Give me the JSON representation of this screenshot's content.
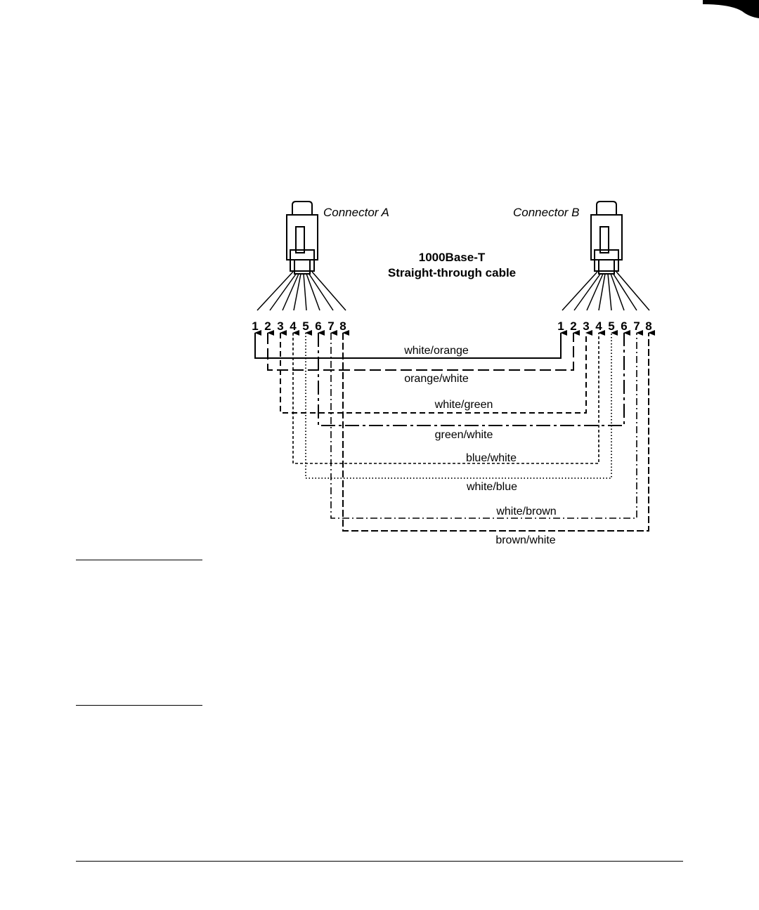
{
  "diagram": {
    "title_line1": "1000Base-T",
    "title_line2": "Straight-through cable",
    "connector_a": {
      "label": "Connector A",
      "pins": [
        "1",
        "2",
        "3",
        "4",
        "5",
        "6",
        "7",
        "8"
      ]
    },
    "connector_b": {
      "label": "Connector B",
      "pins": [
        "1",
        "2",
        "3",
        "4",
        "5",
        "6",
        "7",
        "8"
      ]
    },
    "wires": [
      {
        "from_pin": 1,
        "to_pin": 1,
        "label": "white/orange",
        "line_style": "solid"
      },
      {
        "from_pin": 2,
        "to_pin": 2,
        "label": "orange/white",
        "line_style": "dashed"
      },
      {
        "from_pin": 3,
        "to_pin": 3,
        "label": "white/green",
        "line_style": "short-dashed"
      },
      {
        "from_pin": 6,
        "to_pin": 6,
        "label": "green/white",
        "line_style": "dash-dot"
      },
      {
        "from_pin": 4,
        "to_pin": 4,
        "label": "blue/white",
        "line_style": "fine-dashed"
      },
      {
        "from_pin": 5,
        "to_pin": 5,
        "label": "white/blue",
        "line_style": "dotted"
      },
      {
        "from_pin": 7,
        "to_pin": 7,
        "label": "white/brown",
        "line_style": "dash-dot-fine"
      },
      {
        "from_pin": 8,
        "to_pin": 8,
        "label": "brown/white",
        "line_style": "long-dashed"
      }
    ]
  }
}
